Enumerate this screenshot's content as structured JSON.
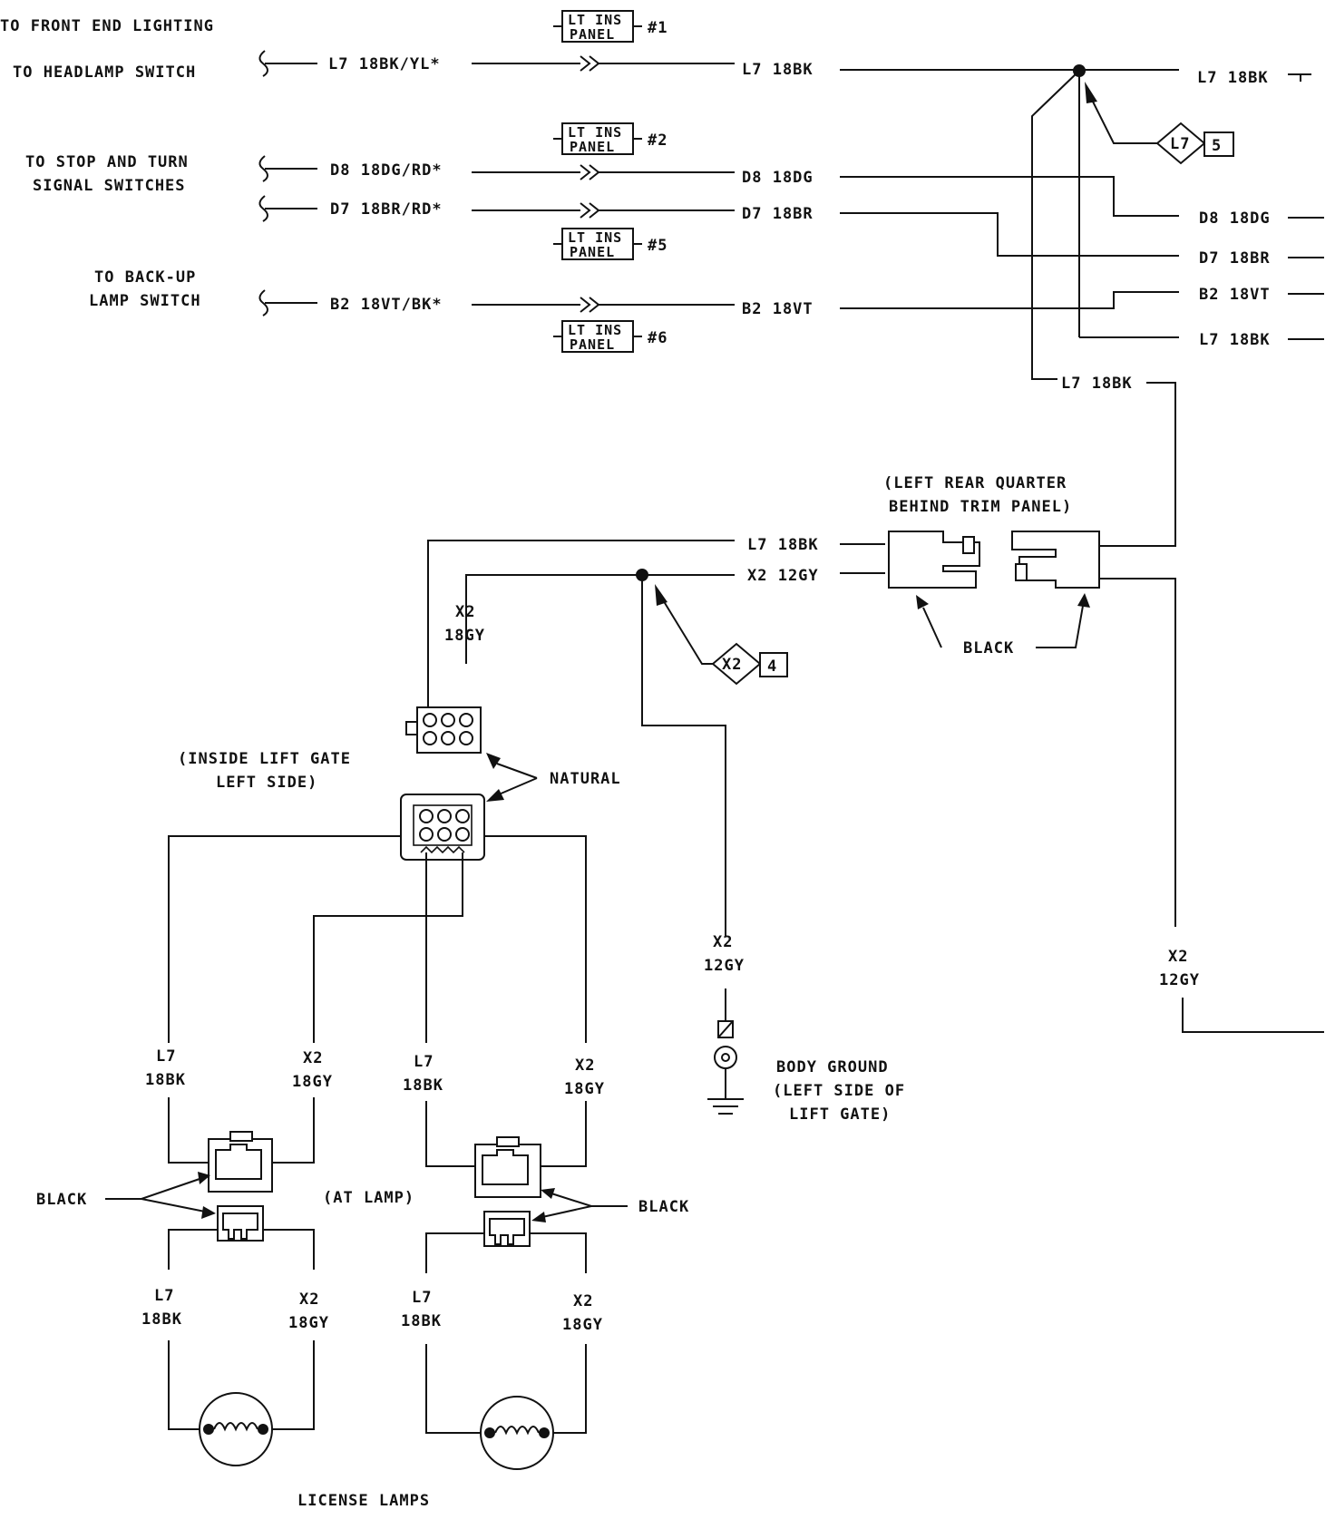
{
  "wires": {
    "front_end_lighting": "TO FRONT END LIGHTING",
    "headlamp_switch": "TO HEADLAMP SWITCH",
    "stop_turn_line1": "TO STOP AND TURN",
    "stop_turn_line2": "SIGNAL SWITCHES",
    "backup_line1": "TO BACK-UP",
    "backup_line2": "LAMP SWITCH",
    "l7_in": "L7 18BK/YL*",
    "d8_in": "D8 18DG/RD*",
    "d7_in": "D7 18BR/RD*",
    "b2_in": "B2 18VT/BK*",
    "l7_out": "L7 18BK",
    "d8_out": "D8 18DG",
    "d7_out": "D7 18BR",
    "b2_out": "B2 18VT",
    "r_l7_top": "L7 18BK",
    "r_d8": "D8 18DG",
    "r_d7": "D7 18BR",
    "r_b2": "B2 18VT",
    "r_l7_bottom": "L7 18BK",
    "l7_drop": "L7 18BK",
    "lift_l7": "L7 18BK",
    "lift_x2": "X2 12GY",
    "x2_a": "X2",
    "gy18_a": "18GY",
    "x2_b": "X2",
    "gy12_b": "12GY",
    "x2_c": "X2",
    "gy12_c": "12GY"
  },
  "connectors": {
    "panel_line1": "LT INS",
    "panel_line2": "PANEL",
    "c1": "#1",
    "c2": "#2",
    "c5": "#5",
    "c6": "#6"
  },
  "splices": {
    "l7_code": "L7",
    "l7_num": "5",
    "x2_code": "X2",
    "x2_num": "4"
  },
  "locations": {
    "rear_quarter_line1": "(LEFT REAR QUARTER",
    "rear_quarter_line2": "BEHIND TRIM PANEL)",
    "black_mid": "BLACK",
    "lift_gate_line1": "(INSIDE LIFT GATE",
    "lift_gate_line2": "LEFT SIDE)",
    "natural": "NATURAL",
    "body_ground_line1": "BODY GROUND",
    "body_ground_line2": "(LEFT SIDE OF",
    "body_ground_line3": "LIFT GATE)",
    "black_left": "BLACK",
    "at_lamp": "(AT LAMP)",
    "black_right": "BLACK",
    "license_lamps": "LICENSE LAMPS"
  },
  "lamp_wires": {
    "a_l7": "L7",
    "a_l7c": "18BK",
    "a_x2": "X2",
    "a_x2c": "18GY",
    "b_l7": "L7",
    "b_l7c": "18BK",
    "b_x2": "X2",
    "b_x2c": "18GY",
    "c_l7": "L7",
    "c_l7c": "18BK",
    "c_x2": "X2",
    "c_x2c": "18GY",
    "d_l7": "L7",
    "d_l7c": "18BK",
    "d_x2": "X2",
    "d_x2c": "18GY"
  }
}
